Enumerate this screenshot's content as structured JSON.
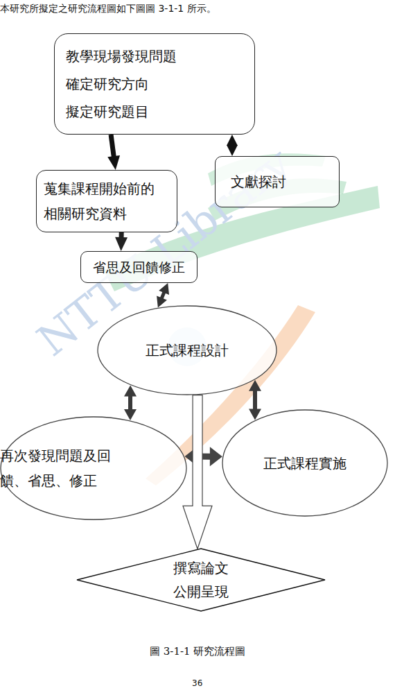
{
  "diagram": {
    "caption": "圖 3-1-1 研究流程圖",
    "nodes": [
      {
        "text": [
          "教學現場發現問題",
          "確定研究方向",
          "擬定研究題目"
        ]
      },
      {
        "text": [
          "文獻探討"
        ]
      },
      {
        "text": [
          "蒐集課程開始前的相關研究資料"
        ]
      },
      {
        "text": [
          "省思及回饋修正"
        ]
      },
      {
        "text": [
          "正式課程設計"
        ]
      },
      {
        "text": [
          "再次發現問題及回饋、省思、修正"
        ]
      },
      {
        "text": [
          "正式課程實施"
        ]
      },
      {
        "text": [
          "撰寫論文",
          "公開呈現"
        ]
      }
    ],
    "edges": [
      {
        "from": 0,
        "to": 2,
        "arrow": "to"
      },
      {
        "from": 1,
        "to": 0,
        "arrow": "both"
      },
      {
        "from": 2,
        "to": 3,
        "arrow": "to"
      },
      {
        "from": 3,
        "to": 4,
        "arrow": "both"
      },
      {
        "from": 4,
        "to": 5,
        "arrow": "both"
      },
      {
        "from": 4,
        "to": 6,
        "arrow": "both"
      },
      {
        "from": 5,
        "to": 6,
        "arrow": "both"
      },
      {
        "from": 4,
        "to": 7,
        "arrow": "to"
      }
    ],
    "labels": [
      "本研究所擬定之研究流程圖如下圖圖 3-1-1 所示。",
      "NTTU Library",
      "36"
    ]
  }
}
